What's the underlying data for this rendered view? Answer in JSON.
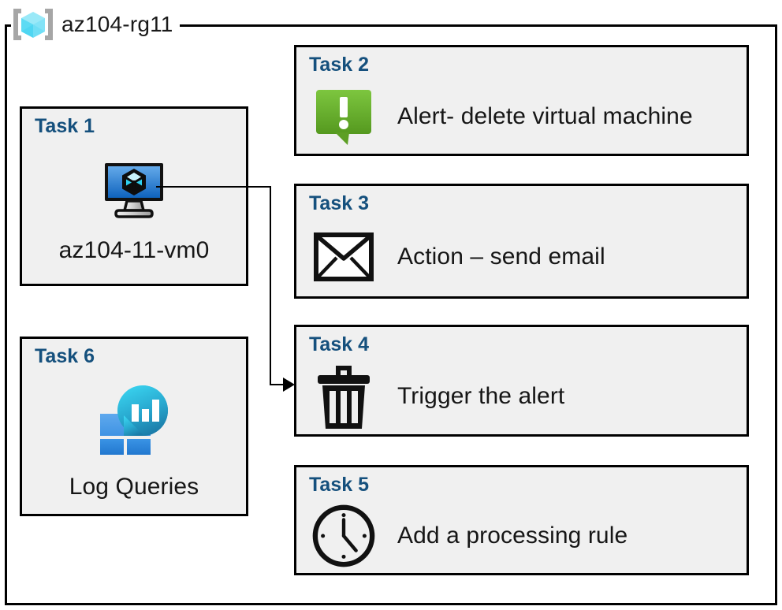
{
  "resource_group": {
    "name": "az104-rg11",
    "icon": "resource-group-cube-icon"
  },
  "colors": {
    "task_title": "#15507d",
    "card_fill": "#f0f0f0",
    "card_border": "#000000",
    "alert_green_light": "#7dc242",
    "alert_green_dark": "#5a9e28",
    "vm_blue_light": "#5ea7e8",
    "vm_blue_dark": "#1668c0",
    "log_tile_blue": "#2f8ce0",
    "log_circle_teal": "#32c8e8",
    "log_circle_teal_dark": "#1f7fb0",
    "rg_cube_cyan": "#83e4f7",
    "rg_bracket_gray": "#a6a6a6"
  },
  "cards": {
    "task1": {
      "title": "Task 1",
      "label": "az104-11-vm0",
      "icon": "virtual-machine-icon"
    },
    "task2": {
      "title": "Task 2",
      "label": "Alert- delete virtual machine",
      "icon": "alert-exclamation-icon"
    },
    "task3": {
      "title": "Task 3",
      "label": "Action – send email",
      "icon": "envelope-icon"
    },
    "task4": {
      "title": "Task 4",
      "label": "Trigger the alert",
      "icon": "trash-delete-icon"
    },
    "task5": {
      "title": "Task 5",
      "label": "Add a processing rule",
      "icon": "clock-icon"
    },
    "task6": {
      "title": "Task 6",
      "label": "Log Queries",
      "icon": "log-analytics-icon"
    }
  },
  "connector": {
    "from": "virtual-machine-icon",
    "to": "task4-card",
    "arrow": "arrow-right-icon"
  }
}
